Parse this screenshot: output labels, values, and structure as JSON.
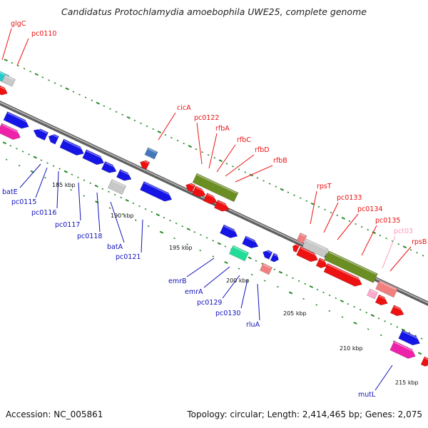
{
  "title": "Candidatus Protochlamydia amoebophila UWE25, complete genome",
  "footer": {
    "accession": "Accession: NC_005861",
    "summary": "Topology: circular; Length: 2,414,465 bp; Genes: 2,075"
  },
  "colors": {
    "label_red": "#ee1111",
    "label_blue": "#1111bb",
    "label_pink": "#ff99bb",
    "backbone": "#8a8a8a",
    "tick": "#2a8a2a"
  },
  "kbp_marks": [
    {
      "label": "185 kbp"
    },
    {
      "label": "190 kbp"
    },
    {
      "label": "195 kbp"
    },
    {
      "label": "200 kbp"
    },
    {
      "label": "205 kbp"
    },
    {
      "label": "210 kbp"
    },
    {
      "label": "215 kbp"
    }
  ],
  "labels_top": [
    {
      "text": "glgC",
      "color": "red"
    },
    {
      "text": "pc0110",
      "color": "red"
    },
    {
      "text": "cicA",
      "color": "red"
    },
    {
      "text": "pc0122",
      "color": "red"
    },
    {
      "text": "rfbA",
      "color": "red"
    },
    {
      "text": "rfbC",
      "color": "red"
    },
    {
      "text": "rfbD",
      "color": "red"
    },
    {
      "text": "rfbB",
      "color": "red"
    },
    {
      "text": "rpsT",
      "color": "red"
    },
    {
      "text": "pc0133",
      "color": "red"
    },
    {
      "text": "pc0134",
      "color": "red"
    },
    {
      "text": "pc0135",
      "color": "red"
    },
    {
      "text": "pct03",
      "color": "pink"
    },
    {
      "text": "rpsB",
      "color": "red"
    }
  ],
  "labels_bottom": [
    {
      "text": "batE",
      "color": "blue"
    },
    {
      "text": "pc0115",
      "color": "blue"
    },
    {
      "text": "pc0116",
      "color": "blue"
    },
    {
      "text": "pc0117",
      "color": "blue"
    },
    {
      "text": "pc0118",
      "color": "blue"
    },
    {
      "text": "batA",
      "color": "blue"
    },
    {
      "text": "pc0121",
      "color": "blue"
    },
    {
      "text": "emrB",
      "color": "blue"
    },
    {
      "text": "emrA",
      "color": "blue"
    },
    {
      "text": "pc0129",
      "color": "blue"
    },
    {
      "text": "pc0130",
      "color": "blue"
    },
    {
      "text": "rluA",
      "color": "blue"
    },
    {
      "text": "mutL",
      "color": "blue"
    }
  ]
}
